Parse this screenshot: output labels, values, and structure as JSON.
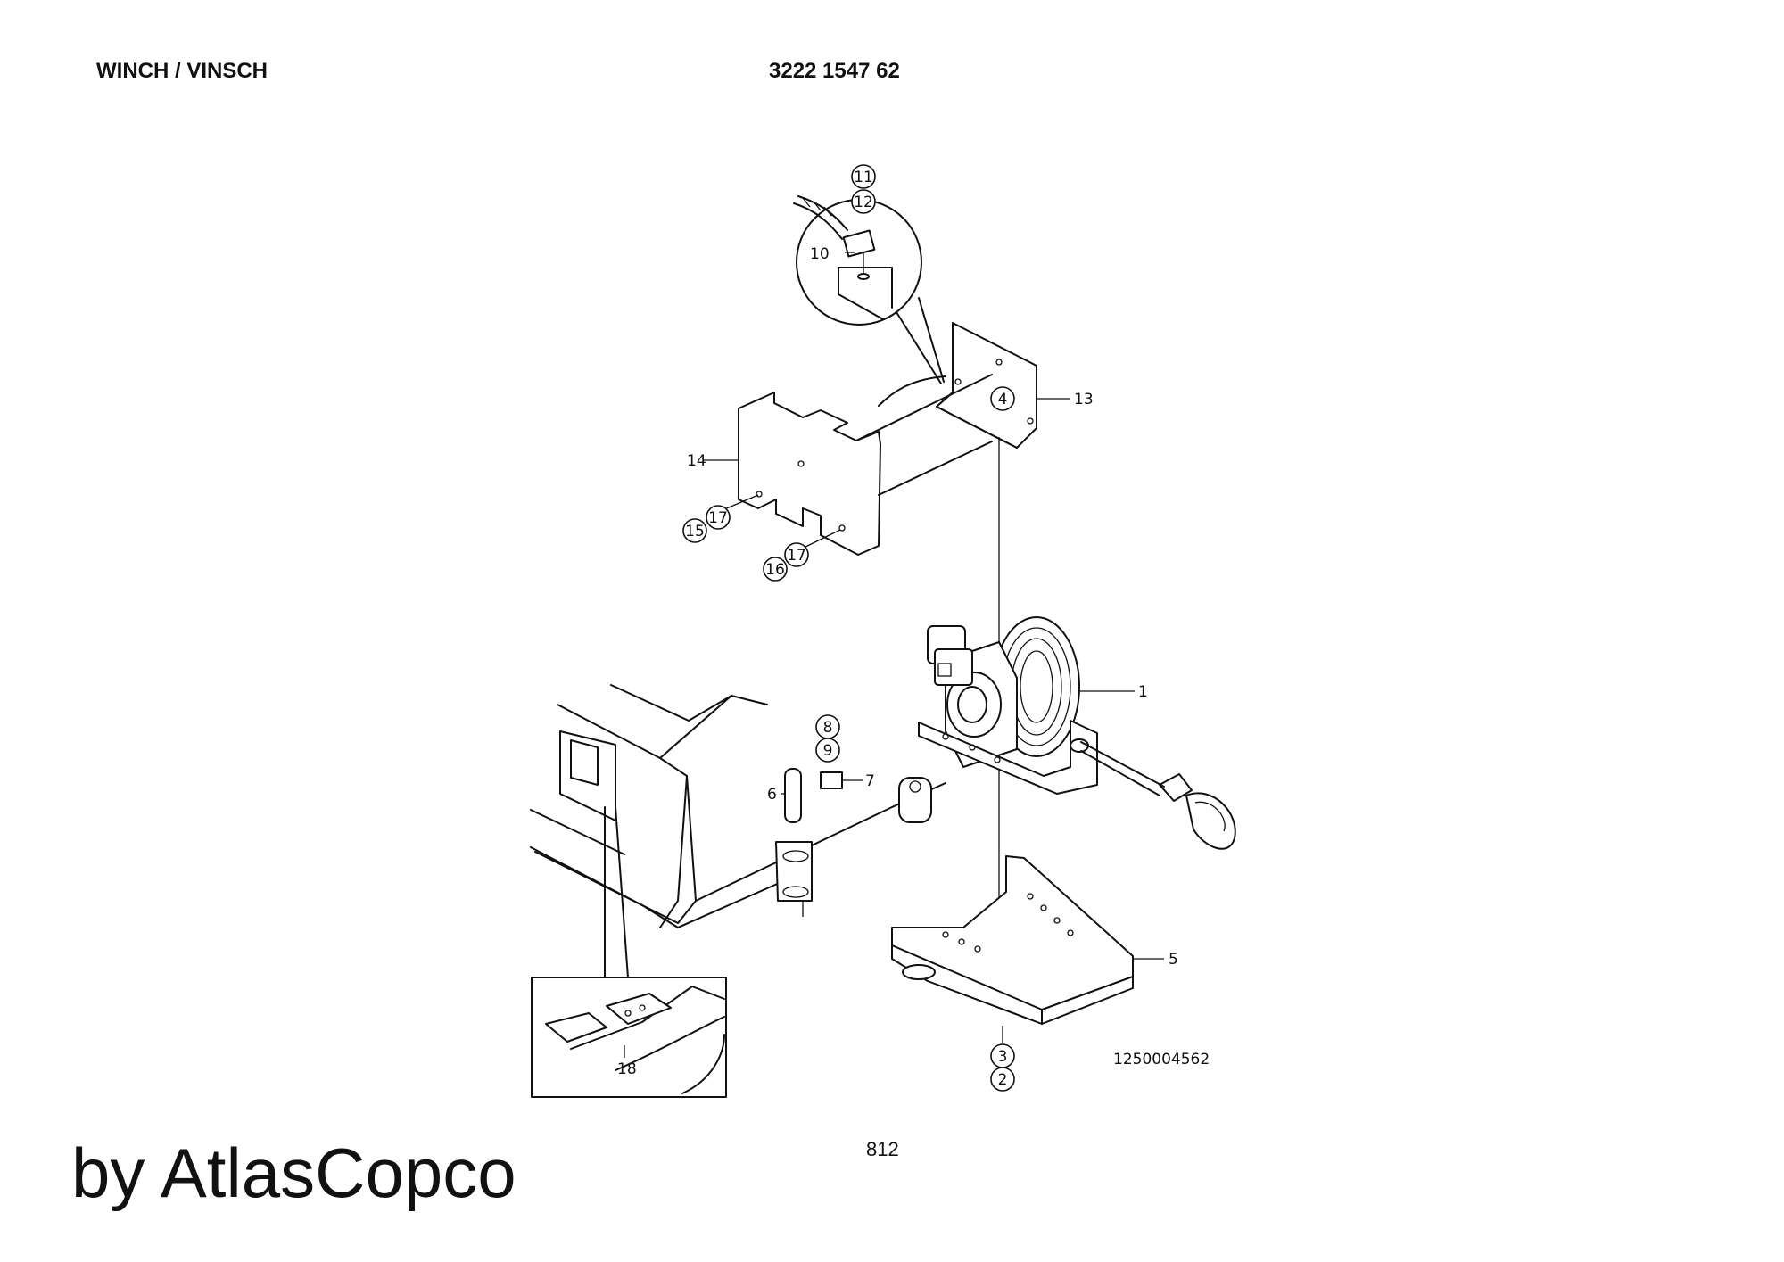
{
  "header": {
    "title": "WINCH / VINSCH",
    "part_number": "3222 1547 62"
  },
  "diagram": {
    "drawing_id": "1250004562",
    "callouts": {
      "c1": "1",
      "c2": "2",
      "c3": "3",
      "c4": "4",
      "c5": "5",
      "c6": "6",
      "c7": "7",
      "c8": "8",
      "c9": "9",
      "c10": "10",
      "c11": "11",
      "c12": "12",
      "c13": "13",
      "c14": "14",
      "c15": "15",
      "c16": "16",
      "c17a": "17",
      "c17b": "17",
      "c18": "18"
    }
  },
  "footer": {
    "page_number": "812",
    "brand": "by AtlasCopco"
  }
}
